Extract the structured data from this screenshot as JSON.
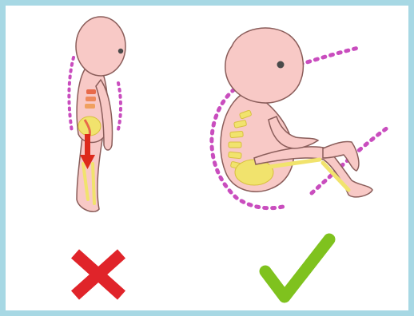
{
  "panels": [
    {
      "id": "wrong",
      "verdict": "wrong",
      "mark_icon": "cross-icon",
      "mark_color": "#e0242a"
    },
    {
      "id": "correct",
      "verdict": "correct",
      "mark_icon": "check-icon",
      "mark_color": "#7fc21e"
    }
  ],
  "colors": {
    "border": "#a7d8e4",
    "skin": "#f8c9c6",
    "outline": "#8a5d5a",
    "dotted_curve": "#c94dbe",
    "spine": "#f1e36d",
    "spine_red": "#e86a4a",
    "arrow": "#dd2a1b"
  }
}
